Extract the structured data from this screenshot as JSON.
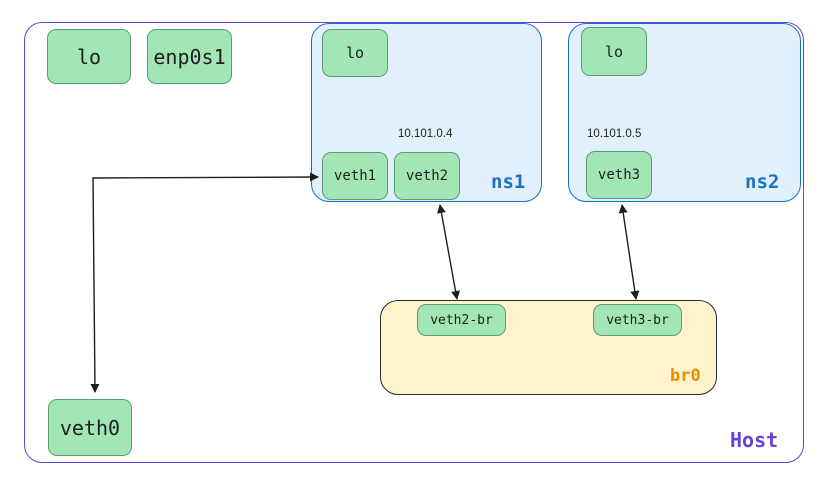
{
  "host": {
    "label": "Host",
    "interfaces": {
      "lo": "lo",
      "enp0s1": "enp0s1",
      "veth0": "veth0"
    }
  },
  "ns1": {
    "label": "ns1",
    "lo": "lo",
    "ip": "10.101.0.4",
    "veth1": "veth1",
    "veth2": "veth2"
  },
  "ns2": {
    "label": "ns2",
    "lo": "lo",
    "ip": "10.101.0.5",
    "veth3": "veth3"
  },
  "bridge": {
    "label": "br0",
    "ports": {
      "veth2_br": "veth2-br",
      "veth3_br": "veth3-br"
    }
  },
  "colors": {
    "host_border": "#6741d9",
    "namespace_border": "#1971c2",
    "namespace_fill": "#e2f0fb",
    "bridge_label": "#f08c00",
    "bridge_fill": "#fdf3cd",
    "interface_fill": "#a2e6b6"
  },
  "connections": [
    {
      "from": "veth0",
      "to": "veth1",
      "style": "double-arrow"
    },
    {
      "from": "veth2",
      "to": "veth2-br",
      "style": "double-arrow"
    },
    {
      "from": "veth3",
      "to": "veth3-br",
      "style": "double-arrow"
    }
  ]
}
